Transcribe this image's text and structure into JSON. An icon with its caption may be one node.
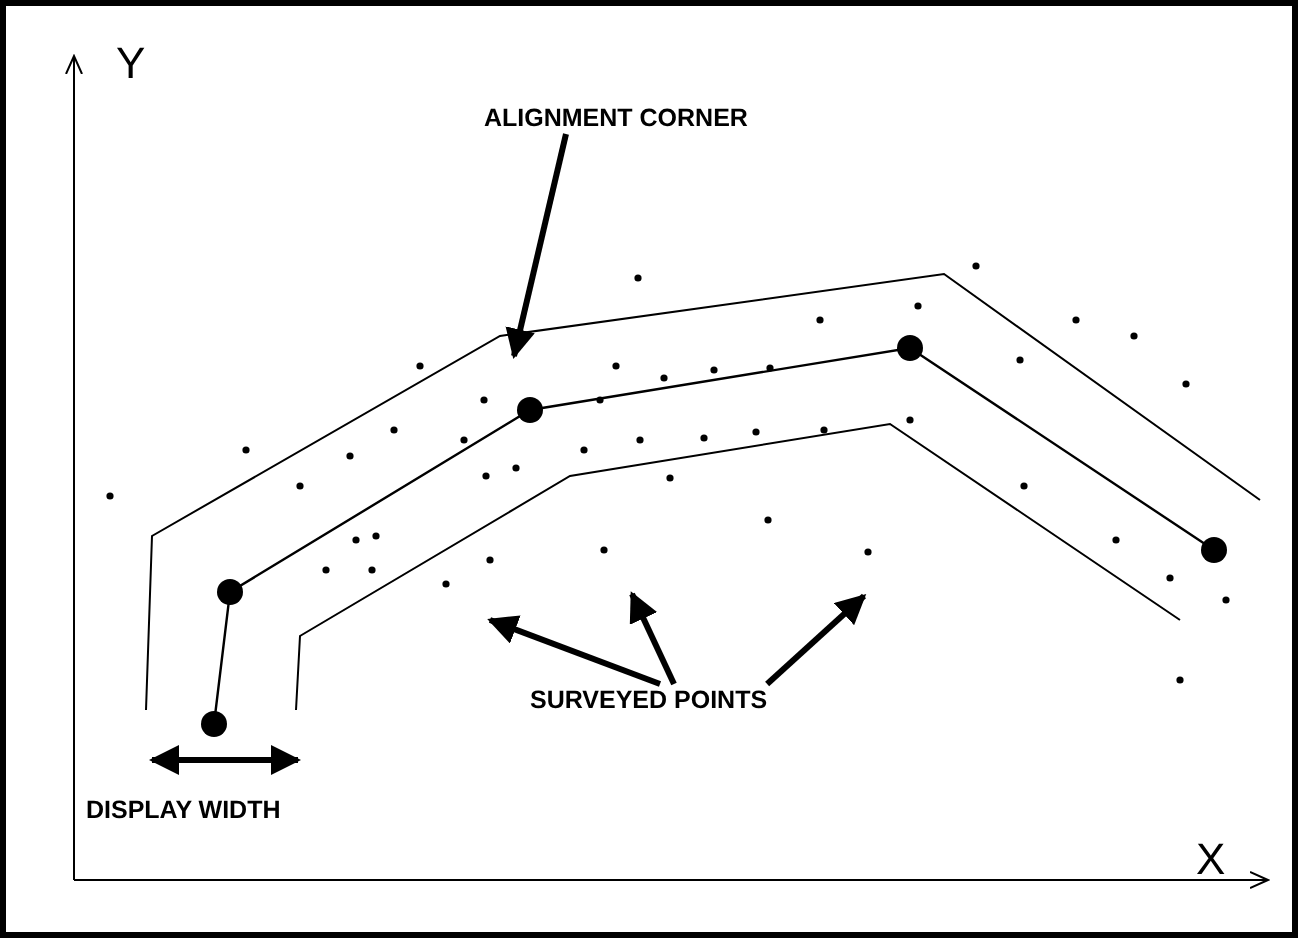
{
  "diagram": {
    "nodes": [
      {
        "text": [
          "ALIGNMENT CORNER"
        ]
      },
      {
        "text": [
          "SURVEYED POINTS"
        ]
      }
    ],
    "edges": [
      {
        "from": 0,
        "to": null,
        "arrow": "to"
      },
      {
        "from": 1,
        "to": null,
        "arrow": "to"
      },
      {
        "from": 1,
        "to": null,
        "arrow": "to"
      },
      {
        "from": 1,
        "to": null,
        "arrow": "to"
      }
    ],
    "labels": [
      "Y",
      "X",
      "DISPLAY WIDTH"
    ]
  }
}
